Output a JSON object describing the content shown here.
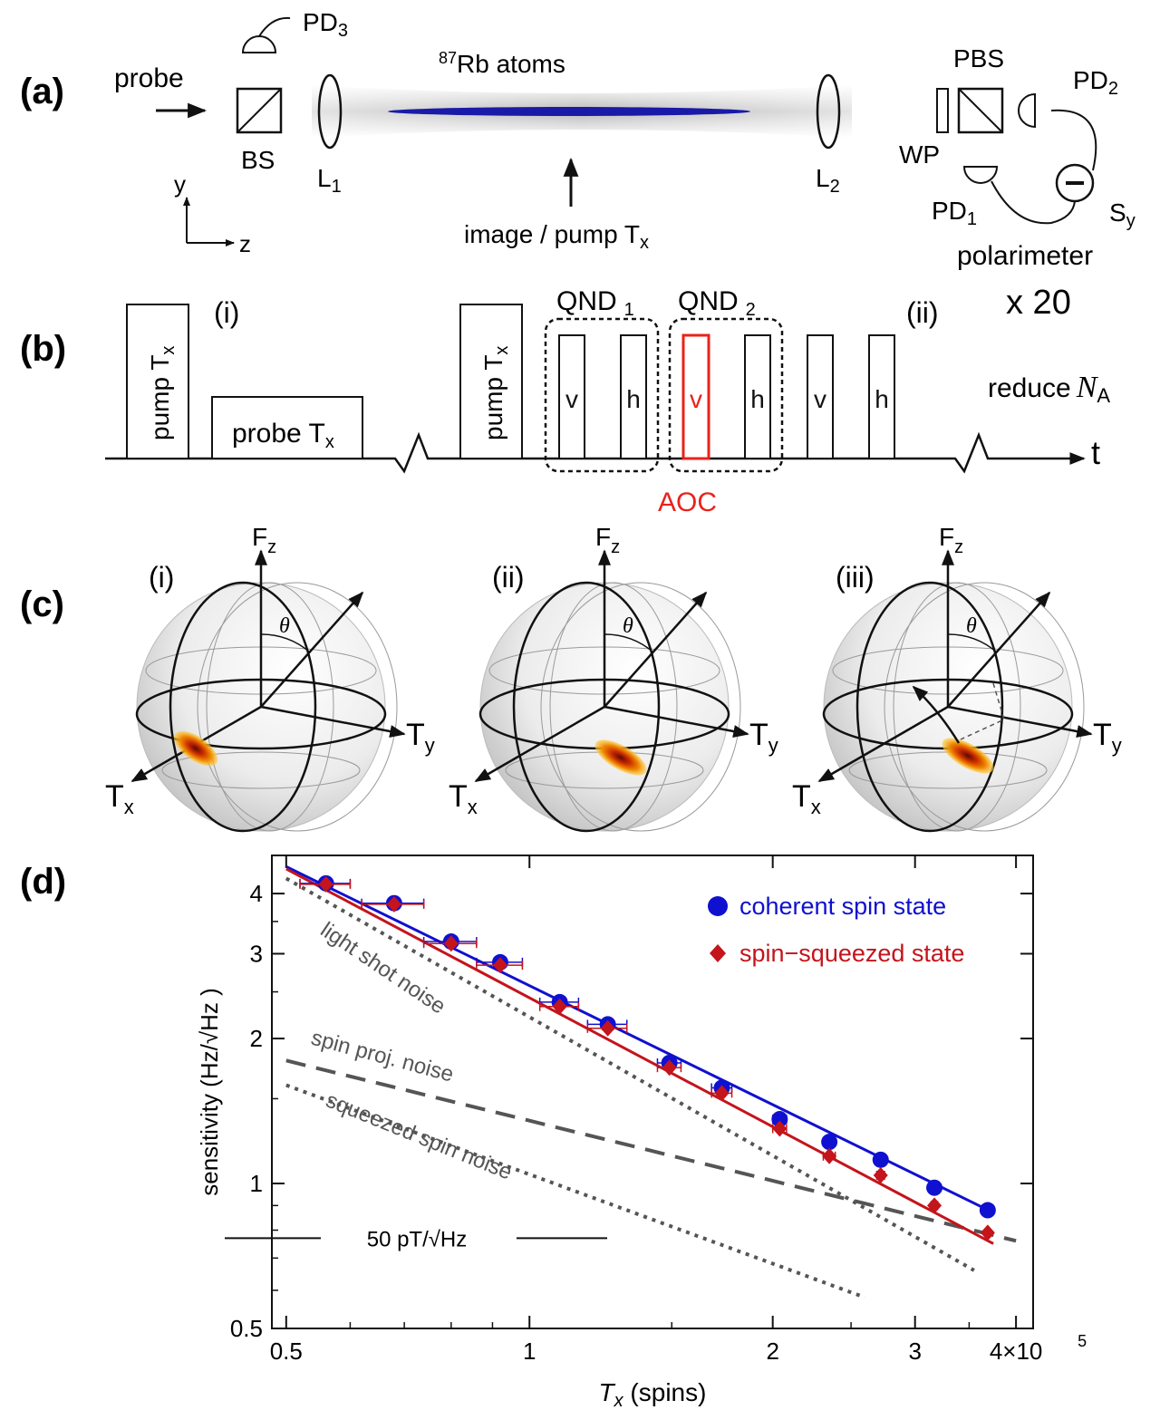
{
  "panels": [
    "(a)",
    "(b)",
    "(c)",
    "(d)"
  ],
  "a": {
    "probe": "probe",
    "pd3": "PD",
    "pd3_sub": "3",
    "bs": "BS",
    "l1": "L",
    "l1_sub": "1",
    "l2": "L",
    "l2_sub": "2",
    "atoms_sup": "87",
    "atoms": "Rb atoms",
    "axis_y": "y",
    "axis_z": "z",
    "image_pump": "image / pump T",
    "image_pump_sub": "x",
    "pbs": "PBS",
    "pd2": "PD",
    "pd2_sub": "2",
    "wp": "WP",
    "pd1": "PD",
    "pd1_sub": "1",
    "sy": "S",
    "sy_sub": "y",
    "polarimeter": "polarimeter",
    "times20": "x 20"
  },
  "b": {
    "pump1": "pump T",
    "pump1_sub": "x",
    "probe": "probe T",
    "probe_sub": "x",
    "i": "(i)",
    "pump2": "pump T",
    "pump2_sub": "x",
    "qnd1": "QND",
    "qnd1_sub": "1",
    "qnd2": "QND",
    "qnd2_sub": "2",
    "ii": "(ii)",
    "pulses": [
      "v",
      "h",
      "v",
      "h",
      "v",
      "h"
    ],
    "reduce": "reduce",
    "na": "N",
    "na_sub": "A",
    "aoc": "AOC",
    "t": "t",
    "aoc_color": "#e8231a"
  },
  "c": {
    "spheres": [
      {
        "label": "(i)",
        "fz": "F",
        "fz_sub": "z",
        "theta": "θ",
        "ty": "T",
        "ty_sub": "y",
        "tx": "T",
        "tx_sub": "x"
      },
      {
        "label": "(ii)",
        "fz": "F",
        "fz_sub": "z",
        "theta": "θ",
        "ty": "T",
        "ty_sub": "y",
        "tx": "T",
        "tx_sub": "x"
      },
      {
        "label": "(iii)",
        "fz": "F",
        "fz_sub": "z",
        "theta": "θ",
        "ty": "T",
        "ty_sub": "y",
        "tx": "T",
        "tx_sub": "x"
      }
    ]
  },
  "chart_data": {
    "type": "scatter",
    "xscale": "log",
    "yscale": "log",
    "xlim": [
      0.48,
      4.2
    ],
    "ylim": [
      0.5,
      4.8
    ],
    "xlabel": "T",
    "xlabel_sub": "x",
    "xlabel_unit": " (spins)",
    "ylabel": "sensitivity (Hz/√Hz )",
    "xticks": [
      {
        "v": 0.5,
        "label": "0.5"
      },
      {
        "v": 1,
        "label": "1"
      },
      {
        "v": 2,
        "label": "2"
      },
      {
        "v": 3,
        "label": "3"
      },
      {
        "v": 4,
        "label": "4×10"
      },
      {
        "v": 4,
        "label_sup": "5"
      }
    ],
    "yticks": [
      {
        "v": 0.5,
        "label": "0.5"
      },
      {
        "v": 1,
        "label": "1"
      },
      {
        "v": 2,
        "label": "2"
      },
      {
        "v": 3,
        "label": "3"
      },
      {
        "v": 4,
        "label": "4"
      }
    ],
    "legend": [
      {
        "name": "coherent spin state",
        "color": "#1010d0",
        "marker": "circle"
      },
      {
        "name": "spin−squeezed state",
        "color": "#c4141c",
        "marker": "diamond"
      }
    ],
    "legend_position": "top-right",
    "series": [
      {
        "name": "coherent spin state",
        "color": "#1010d0",
        "x": [
          0.56,
          0.68,
          0.8,
          0.92,
          1.09,
          1.25,
          1.49,
          1.73,
          2.04,
          2.35,
          2.72,
          3.17,
          3.69
        ],
        "y": [
          4.2,
          3.82,
          3.18,
          2.88,
          2.38,
          2.14,
          1.78,
          1.58,
          1.36,
          1.22,
          1.12,
          0.98,
          0.88
        ],
        "xerr": [
          0.04,
          0.06,
          0.06,
          0.06,
          0.06,
          0.07,
          0.05,
          0.05,
          0.04,
          0.04,
          0.03,
          0.03,
          0.02
        ]
      },
      {
        "name": "spin−squeezed state",
        "color": "#c4141c",
        "x": [
          0.56,
          0.68,
          0.8,
          0.92,
          1.09,
          1.25,
          1.49,
          1.73,
          2.04,
          2.35,
          2.72,
          3.17,
          3.69
        ],
        "y": [
          4.18,
          3.8,
          3.15,
          2.84,
          2.33,
          2.1,
          1.74,
          1.54,
          1.3,
          1.14,
          1.04,
          0.9,
          0.79
        ],
        "xerr": [
          0.04,
          0.06,
          0.06,
          0.06,
          0.06,
          0.07,
          0.05,
          0.05,
          0.04,
          0.04,
          0.03,
          0.03,
          0.02
        ]
      }
    ],
    "fit_lines": [
      {
        "color": "#1010d0",
        "x": [
          0.5,
          3.75
        ],
        "y": [
          4.55,
          0.87
        ]
      },
      {
        "color": "#c4141c",
        "x": [
          0.5,
          3.75
        ],
        "y": [
          4.5,
          0.75
        ]
      }
    ],
    "noise_lines": [
      {
        "label": "light shot noise",
        "style": "dotted",
        "x": [
          0.5,
          3.55
        ],
        "y": [
          4.3,
          0.66
        ]
      },
      {
        "label": "spin proj. noise",
        "style": "dashed",
        "x": [
          0.5,
          4.0
        ],
        "y": [
          1.8,
          0.76
        ]
      },
      {
        "label": "squeezed spin noise",
        "style": "dotted",
        "x": [
          0.5,
          2.6
        ],
        "y": [
          1.6,
          0.58
        ]
      }
    ],
    "reference_label": "50 pT/√Hz",
    "reference_y": 0.77
  }
}
